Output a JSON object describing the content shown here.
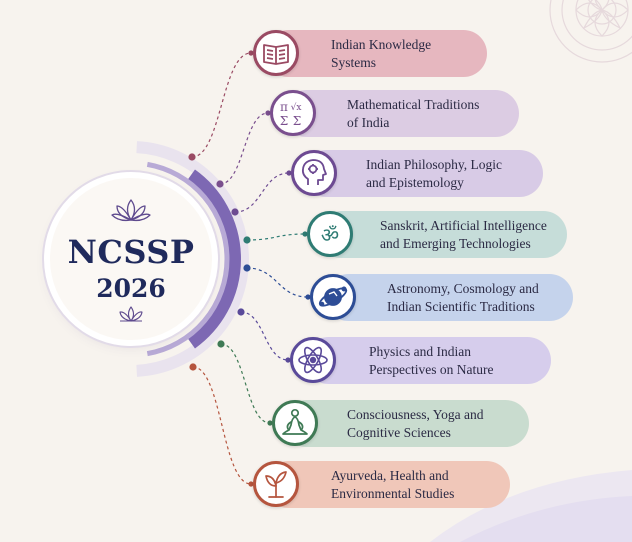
{
  "center": {
    "title": "NCSSP",
    "year": "2026"
  },
  "topics": [
    {
      "label": "Indian Knowledge\nSystems",
      "icon": "book-icon",
      "color": "#e6b7bf",
      "ring": "#9a4a63"
    },
    {
      "label": "Mathematical Traditions\nof India",
      "icon": "math-symbols-icon",
      "color": "#dccce3",
      "ring": "#7a4f8e",
      "glyphs": [
        "π",
        "√x",
        "Σ",
        "Σ"
      ]
    },
    {
      "label": "Indian Philosophy, Logic\nand Epistemology",
      "icon": "head-profile-icon",
      "color": "#d8cbe6",
      "ring": "#6d4a92"
    },
    {
      "label": "Sanskrit, Artificial Intelligence\nand Emerging Technologies",
      "icon": "om-icon",
      "color": "#c6ddd9",
      "ring": "#2f7c74",
      "glyph": "ॐ"
    },
    {
      "label": "Astronomy, Cosmology and\nIndian Scientific Traditions",
      "icon": "planet-orbit-icon",
      "color": "#c5d3ec",
      "ring": "#2d4d96"
    },
    {
      "label": "Physics and Indian\nPerspectives on Nature",
      "icon": "atom-icon",
      "color": "#d6cdec",
      "ring": "#5a4a9a"
    },
    {
      "label": "Consciousness, Yoga and\nCognitive Sciences",
      "icon": "meditation-icon",
      "color": "#c9dccf",
      "ring": "#3f7a55"
    },
    {
      "label": "Ayurveda, Health and\nEnvironmental Studies",
      "icon": "leaf-sprout-icon",
      "color": "#f0c7b9",
      "ring": "#b5553e"
    }
  ]
}
